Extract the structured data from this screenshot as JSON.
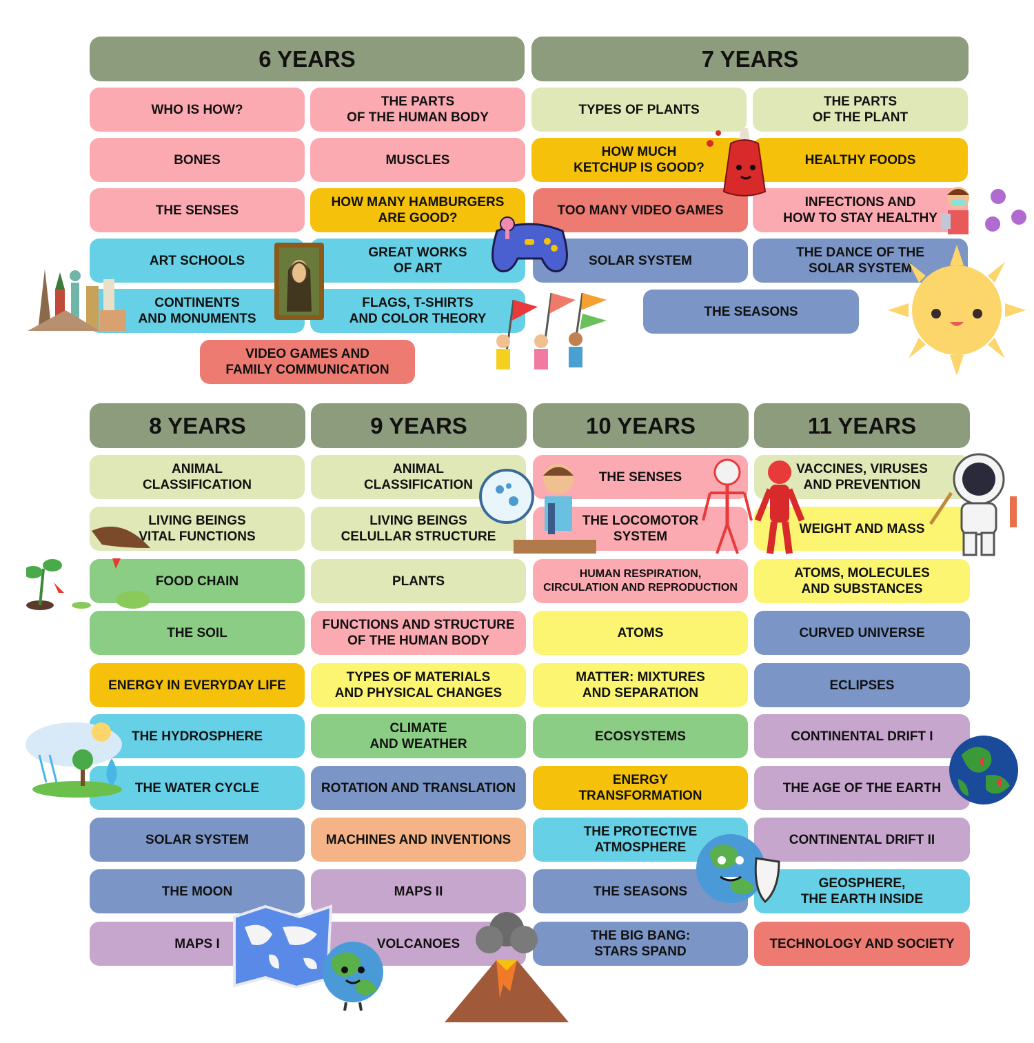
{
  "headers": {
    "y6": "6 YEARS",
    "y7": "7 YEARS",
    "y8": "8 YEARS",
    "y9": "9 YEARS",
    "y10": "10 YEARS",
    "y11": "11 YEARS"
  },
  "y6": [
    "WHO IS HOW?",
    "THE PARTS\nOF THE HUMAN BODY",
    "BONES",
    "MUSCLES",
    "THE SENSES",
    "HOW MANY HAMBURGERS\nARE GOOD?",
    "ART SCHOOLS",
    "GREAT WORKS\nOF ART",
    "CONTINENTS\nAND MONUMENTS",
    "FLAGS, T-SHIRTS\nAND COLOR THEORY",
    "VIDEO GAMES AND\nFAMILY COMMUNICATION"
  ],
  "y7": [
    "TYPES OF PLANTS",
    "THE PARTS\nOF THE PLANT",
    "HOW MUCH\nKETCHUP IS GOOD?",
    "HEALTHY FOODS",
    "TOO MANY VIDEO GAMES",
    "INFECTIONS AND\nHOW TO STAY HEALTHY",
    "SOLAR SYSTEM",
    "THE DANCE OF THE\nSOLAR SYSTEM",
    "THE SEASONS"
  ],
  "y8": [
    "ANIMAL\nCLASSIFICATION",
    "LIVING BEINGS\nVITAL FUNCTIONS",
    "FOOD CHAIN",
    "THE SOIL",
    "ENERGY IN EVERYDAY LIFE",
    "THE HYDROSPHERE",
    "THE WATER CYCLE",
    "SOLAR SYSTEM",
    "THE MOON",
    "MAPS I"
  ],
  "y9": [
    "ANIMAL\nCLASSIFICATION",
    "LIVING BEINGS\nCELULLAR STRUCTURE",
    "PLANTS",
    "FUNCTIONS AND STRUCTURE\nOF THE HUMAN BODY",
    "TYPES OF MATERIALS\nAND PHYSICAL CHANGES",
    "CLIMATE\nAND WEATHER",
    "ROTATION AND TRANSLATION",
    "MACHINES AND INVENTIONS",
    "MAPS II",
    "VOLCANOES"
  ],
  "y10": [
    "THE SENSES",
    "THE LOCOMOTOR\nSYSTEM",
    "HUMAN RESPIRATION,\nCIRCULATION AND REPRODUCTION",
    "ATOMS",
    "MATTER: MIXTURES\nAND SEPARATION",
    "ECOSYSTEMS",
    "ENERGY\nTRANSFORMATION",
    "THE PROTECTIVE\nATMOSPHERE",
    "THE SEASONS",
    "THE BIG BANG:\nSTARS SPAND"
  ],
  "y11": [
    "VACCINES, VIRUSES\nAND PREVENTION",
    "WEIGHT AND MASS",
    "ATOMS, MOLECULES\nAND SUBSTANCES",
    "CURVED UNIVERSE",
    "ECLIPSES",
    "CONTINENTAL DRIFT I",
    "THE AGE OF THE EARTH",
    "CONTINENTAL DRIFT II",
    "GEOSPHERE,\nTHE EARTH INSIDE",
    "TECHNOLOGY AND SOCIETY"
  ],
  "colors": {
    "header": "#8c9c7c",
    "pink": "#fcaab2",
    "yellow": "#f5c10a",
    "cyan": "#66d0e6",
    "salmon": "#ee7b72",
    "lime": "#dfe8b6",
    "blue": "#7b95c6",
    "green": "#8ccd85",
    "light_yellow": "#fcf571",
    "purple": "#c6a6cc",
    "orange": "#f5b488"
  },
  "illustrations": [
    "monuments-icon",
    "mona-lisa-icon",
    "game-controller-icon",
    "kids-flags-icon",
    "ketchup-bottle-icon",
    "kid-virus-icon",
    "sun-icon",
    "food-chain-icon",
    "microscope-kid-icon",
    "skeleton-icon",
    "muscle-body-icon",
    "astronaut-icon",
    "water-cycle-icon",
    "earth-continents-icon",
    "earth-shield-icon",
    "map-icon",
    "earth-character-icon",
    "volcano-icon"
  ]
}
